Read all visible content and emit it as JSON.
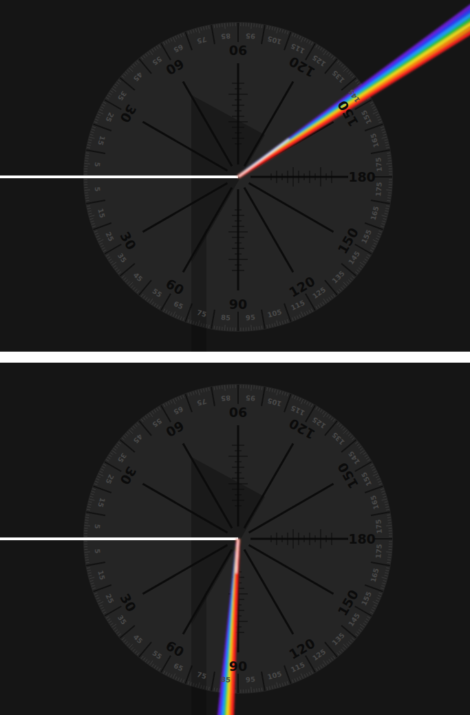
{
  "diagram": {
    "labels": [
      "5",
      "15",
      "25",
      "35",
      "45",
      "55",
      "65",
      "75",
      "85",
      "95",
      "105",
      "115",
      "125",
      "135",
      "145",
      "155",
      "165",
      "175",
      "5",
      "15",
      "25",
      "35",
      "45",
      "55",
      "65",
      "75",
      "85",
      "95",
      "105",
      "115",
      "125",
      "135",
      "145",
      "155",
      "165",
      "175",
      "30",
      "60",
      "90",
      "120",
      "150",
      "180",
      "30",
      "60",
      "90",
      "120",
      "150",
      "5",
      "15",
      "25",
      "35",
      "45",
      "55",
      "65",
      "75",
      "85",
      "95",
      "105",
      "115",
      "125",
      "135",
      "145",
      "155",
      "165",
      "175",
      "5",
      "15",
      "25",
      "35",
      "45",
      "55",
      "65",
      "75",
      "85",
      "95",
      "105",
      "115",
      "125",
      "135",
      "145",
      "155",
      "165",
      "175",
      "30",
      "60",
      "90",
      "120",
      "150",
      "180",
      "30",
      "60",
      "90",
      "120",
      "150"
    ]
  }
}
